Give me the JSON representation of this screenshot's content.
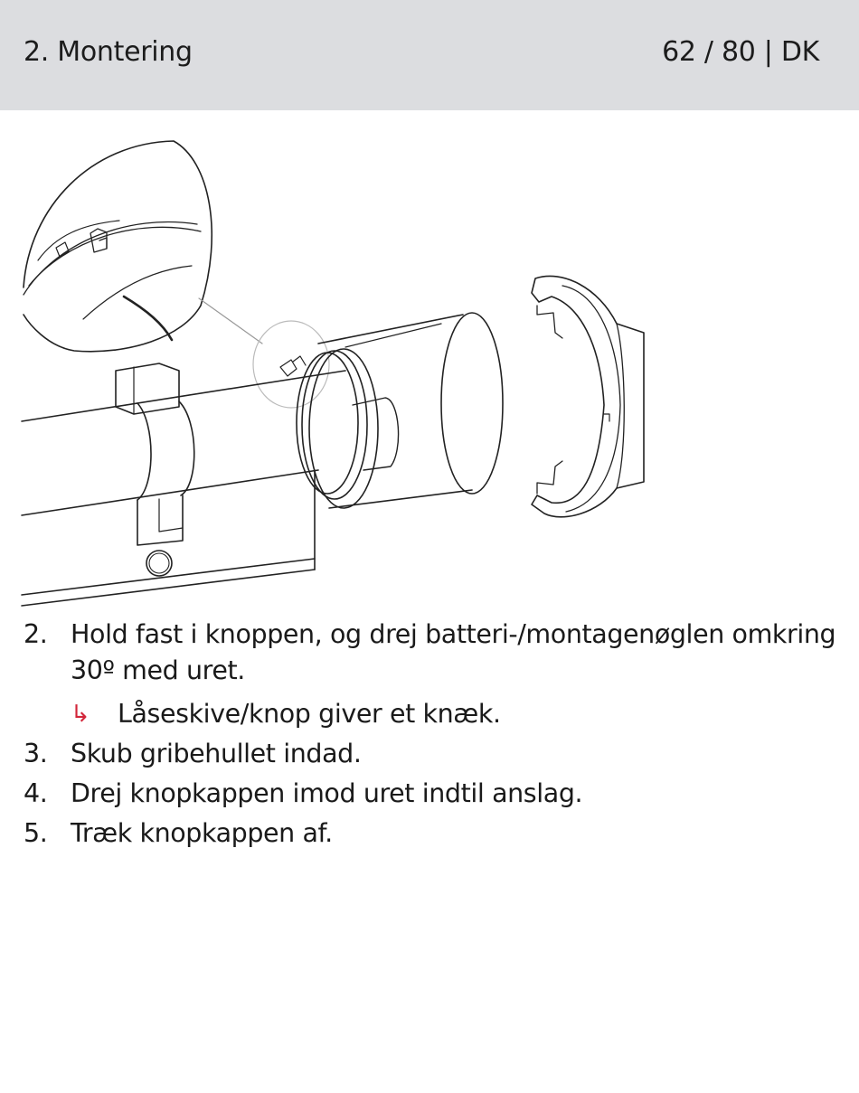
{
  "header": {
    "section": "2. Montering",
    "page_info": "62 / 80 | DK"
  },
  "steps": [
    {
      "num": "2.",
      "text": "Hold fast i knoppen, og drej batteri-/montagenøglen omkring 30º med uret.",
      "result": "Låseskive/knop giver et knæk."
    },
    {
      "num": "3.",
      "text": "Skub gribehullet indad."
    },
    {
      "num": "4.",
      "text": "Drej knopkappen imod uret indtil anslag."
    },
    {
      "num": "5.",
      "text": "Træk knopkappen af."
    }
  ],
  "colors": {
    "header_bg": "#dcdde0",
    "result_arrow": "#d2263a"
  },
  "icons": {
    "result_arrow": "return-arrow-icon"
  }
}
